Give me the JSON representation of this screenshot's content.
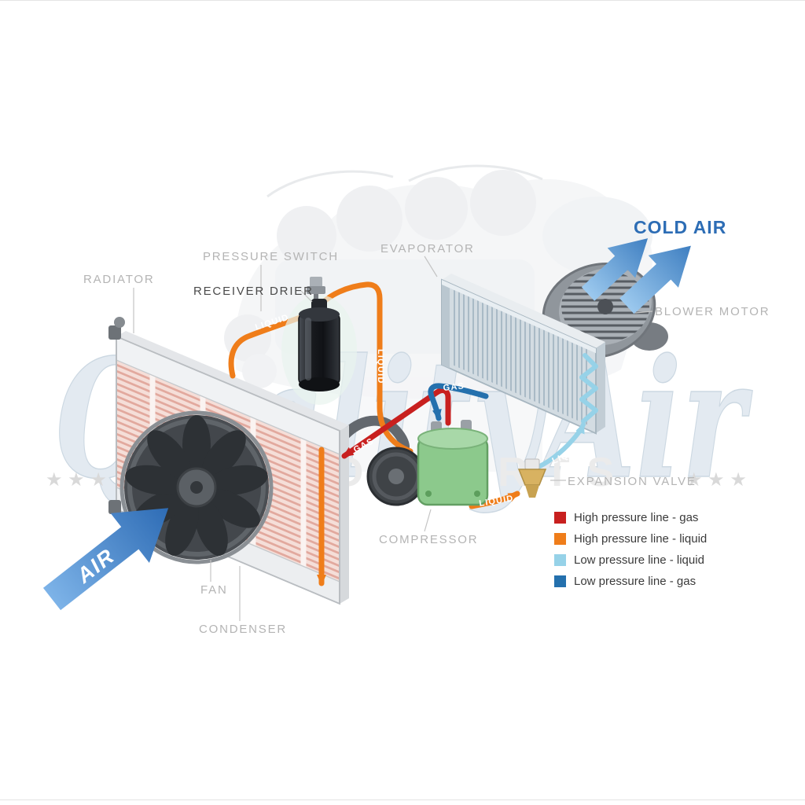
{
  "watermark": {
    "brand": "QualityAir",
    "subtitle": "AUTO PARTS",
    "stars_left": "★ ★ ★",
    "stars_right": "★ ★ ★"
  },
  "labels": {
    "radiator": "RADIATOR",
    "pressure_switch": "PRESSURE SWITCH",
    "receiver_drier": "RECEIVER DRIER",
    "evaporator": "EVAPORATOR",
    "cold_air": "COLD AIR",
    "blower_motor": "BLOWER MOTOR",
    "expansion_valve": "EXPANSION VALVE",
    "compressor": "COMPRESSOR",
    "fan": "FAN",
    "condenser": "CONDENSER",
    "air": "AIR"
  },
  "flow_labels": {
    "liquid_condenser_to_drier": "LIQUID",
    "liquid_drier_down": "LIQUID",
    "gas_discharge": "GAS",
    "gas_suction": "GAS",
    "liquid_low_pressure": "LIQUID",
    "liquid_to_expansion_valve": "LIQUID"
  },
  "legend": [
    {
      "color": "#c8201f",
      "label": "High pressure line - gas"
    },
    {
      "color": "#ef7d1a",
      "label": "High pressure line - liquid"
    },
    {
      "color": "#96d2e8",
      "label": "Low pressure line - liquid"
    },
    {
      "color": "#2470ad",
      "label": "Low pressure line - gas"
    }
  ],
  "colors": {
    "cold_air_text": "#2d6db5",
    "air_arrow": "#3f7fc1",
    "high_pressure_gas": "#c8201f",
    "high_pressure_liquid": "#ef7d1a",
    "low_pressure_liquid": "#96d2e8",
    "low_pressure_gas": "#2470ad"
  }
}
